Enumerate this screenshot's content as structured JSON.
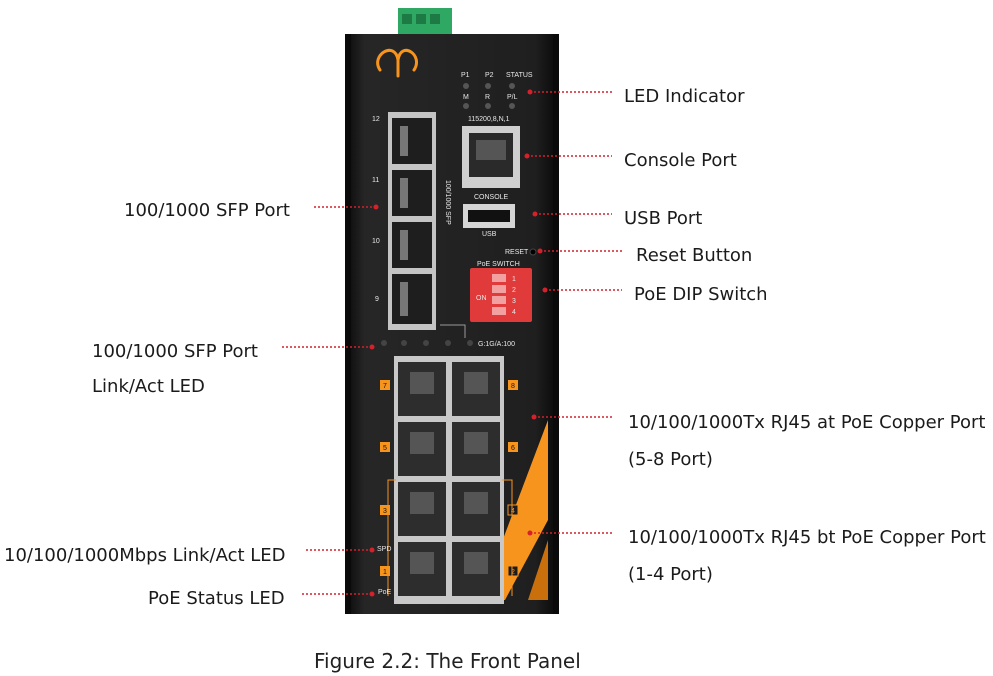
{
  "caption": "Figure 2.2: The Front Panel",
  "device": {
    "led_top_labels": [
      "P1",
      "P2",
      "STATUS"
    ],
    "led_bottom_labels": [
      "M",
      "R",
      "P/L"
    ],
    "baud": "115200,8,N,1",
    "console": "CONSOLE",
    "usb": "USB",
    "reset": "RESET",
    "poe_switch": "PoE SWITCH",
    "dip_on": "ON",
    "dip_numbers": [
      "1",
      "2",
      "3",
      "4"
    ],
    "sfp_vertical": "100/1000 SFP",
    "sfp_numbers": [
      "12",
      "11",
      "10",
      "9"
    ],
    "sfp_led_label": "G:1G/A:100",
    "rj_left_numbers": [
      "7",
      "5",
      "3",
      "1"
    ],
    "rj_right_numbers": [
      "8",
      "6",
      "4",
      "2"
    ],
    "spd": "SPD",
    "poe": "PoE"
  },
  "callouts": {
    "led_indicator": "LED Indicator",
    "console_port": "Console Port",
    "usb_port": "USB Port",
    "reset_button": "Reset Button",
    "poe_dip": "PoE DIP Switch",
    "sfp_port": "100/1000 SFP Port",
    "sfp_led_1": "100/1000 SFP Port",
    "sfp_led_2": "Link/Act LED",
    "rj45_58_1": "10/100/1000Tx RJ45 at PoE Copper Port",
    "rj45_58_2": "(5-8 Port)",
    "rj45_14_1": "10/100/1000Tx RJ45 bt PoE Copper Port",
    "rj45_14_2": "(1-4 Port)",
    "link_led": "10/100/1000Mbps Link/Act LED",
    "poe_led": "PoE Status LED"
  },
  "colors": {
    "accent": "#f7941d",
    "leader": "#d6202a",
    "body": "#1c1c1c",
    "terminal": "#2fa864"
  }
}
